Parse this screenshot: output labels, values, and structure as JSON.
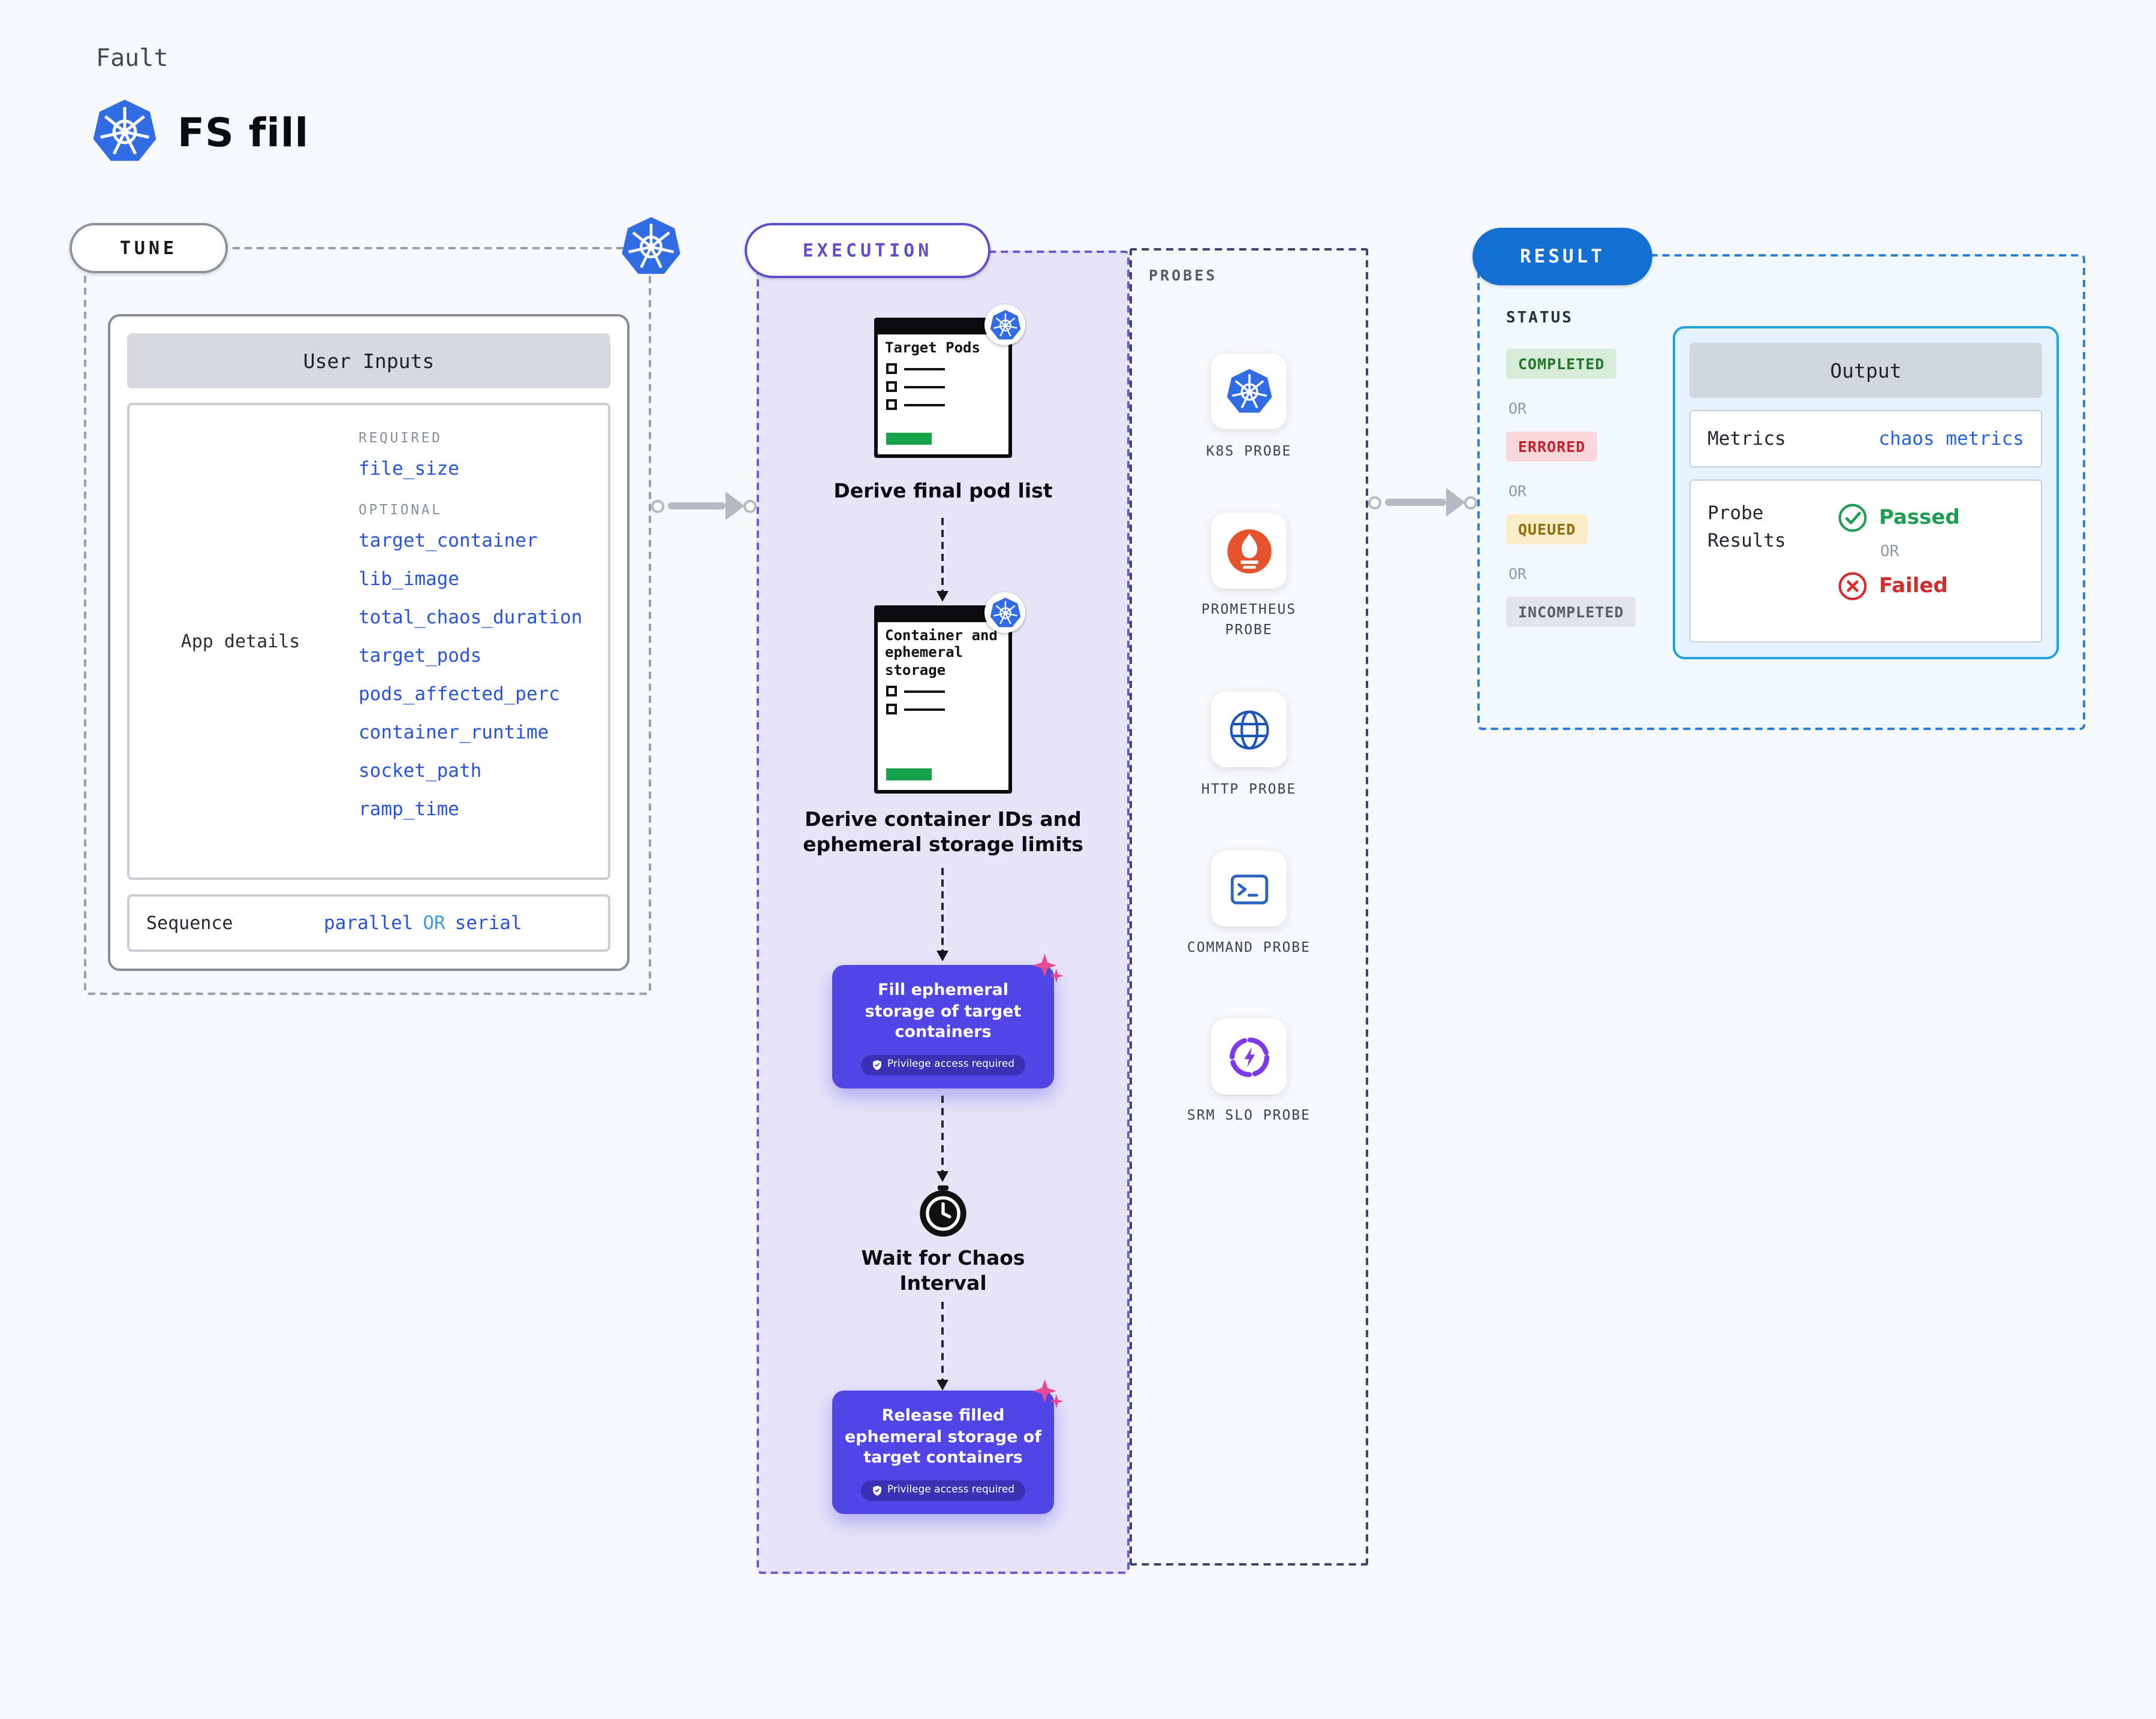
{
  "header": {
    "kicker": "Fault",
    "title": "FS fill"
  },
  "tune": {
    "label": "TUNE",
    "panel": {
      "title": "User Inputs",
      "app_details": "App details",
      "required_label": "REQUIRED",
      "required": [
        "file_size"
      ],
      "optional_label": "OPTIONAL",
      "optional": [
        "target_container",
        "lib_image",
        "total_chaos_duration",
        "target_pods",
        "pods_affected_perc",
        "container_runtime",
        "socket_path",
        "ramp_time"
      ],
      "sequence": {
        "label": "Sequence",
        "value_a": "parallel",
        "or": "OR",
        "value_b": "serial"
      }
    }
  },
  "execution": {
    "label": "EXECUTION",
    "doc1": {
      "title": "Target Pods",
      "caption": "Derive final pod list"
    },
    "doc2": {
      "title": "Container and ephemeral storage",
      "caption": "Derive container IDs and ephemeral storage limits"
    },
    "action1": {
      "label": "Fill ephemeral storage of target containers",
      "badge": "Privilege access required"
    },
    "wait": {
      "caption": "Wait for Chaos Interval"
    },
    "action2": {
      "label": "Release filled ephemeral storage of target containers",
      "badge": "Privilege access required"
    }
  },
  "probes": {
    "label": "PROBES",
    "items": [
      {
        "name": "K8S PROBE",
        "icon": "k8s-icon"
      },
      {
        "name": "PROMETHEUS PROBE",
        "icon": "prometheus-icon"
      },
      {
        "name": "HTTP PROBE",
        "icon": "globe-icon"
      },
      {
        "name": "COMMAND PROBE",
        "icon": "terminal-icon"
      },
      {
        "name": "SRM SLO PROBE",
        "icon": "gauge-icon"
      }
    ]
  },
  "result": {
    "label": "RESULT",
    "status_label": "STATUS",
    "or": "OR",
    "statuses": [
      {
        "label": "COMPLETED",
        "color": "#27742e"
      },
      {
        "label": "ERRORED",
        "color": "#c42130"
      },
      {
        "label": "QUEUED",
        "color": "#93690a"
      },
      {
        "label": "INCOMPLETED",
        "color": "#585e68"
      }
    ],
    "output": {
      "title": "Output",
      "metrics_label": "Metrics",
      "metrics_value": "chaos metrics",
      "probe_results_label": "Probe Results",
      "passed": "Passed",
      "failed": "Failed"
    }
  },
  "colors": {
    "accent_purple": "#4f46e5",
    "k8s_blue": "#326ce5",
    "result_blue": "#1370d2",
    "output_cyan": "#22a5d6",
    "link_blue": "#2653d9",
    "passed_green": "#1d9e53",
    "failed_red": "#d42b2b",
    "execution_bg": "#e7e4f9"
  }
}
